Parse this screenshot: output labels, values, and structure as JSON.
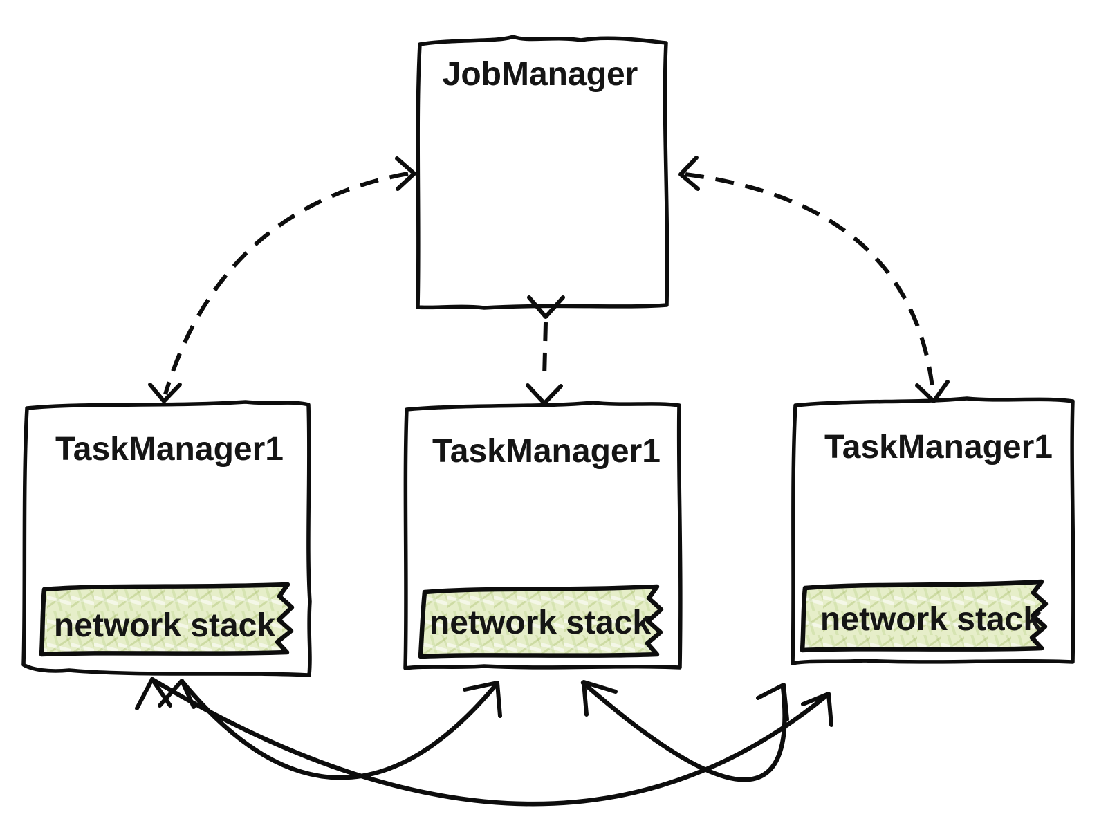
{
  "diagram": {
    "nodes": {
      "job_manager": {
        "label": "JobManager"
      },
      "task_managers": [
        {
          "label": "TaskManager1",
          "stack_label": "network stack"
        },
        {
          "label": "TaskManager1",
          "stack_label": "network stack"
        },
        {
          "label": "TaskManager1",
          "stack_label": "network stack"
        }
      ]
    },
    "edges": [
      {
        "from": "task-manager-1",
        "to": "job-manager",
        "style": "dashed",
        "bidirectional": true
      },
      {
        "from": "job-manager",
        "to": "task-manager-2",
        "style": "dashed",
        "bidirectional": true
      },
      {
        "from": "job-manager",
        "to": "task-manager-3",
        "style": "dashed",
        "bidirectional": true
      },
      {
        "from": "network-stack-1",
        "to": "network-stack-2",
        "style": "solid",
        "bidirectional": true
      },
      {
        "from": "network-stack-2",
        "to": "network-stack-3",
        "style": "solid",
        "bidirectional": true
      },
      {
        "from": "network-stack-1",
        "to": "network-stack-3",
        "style": "solid",
        "bidirectional": true
      }
    ],
    "colors": {
      "stroke": "#0d0d0d",
      "stack_fill": "#e6eec9",
      "stack_crayon": "#9ab455",
      "background": "#ffffff"
    }
  }
}
